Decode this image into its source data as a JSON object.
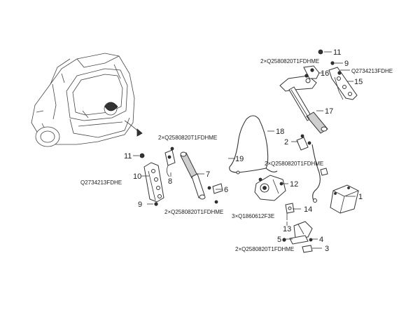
{
  "labels": {
    "p1": "1",
    "p2": "2",
    "p3": "3",
    "p4": "4",
    "p5": "5",
    "p6": "6",
    "p7": "7",
    "p8": "8",
    "p9_left": "9",
    "p9_right": "9",
    "p10": "10",
    "p11_left": "11",
    "p11_right": "11",
    "p12": "12",
    "p13": "13",
    "p14": "14",
    "p15": "15",
    "p16": "16",
    "p17": "17",
    "p18": "18",
    "p19": "19"
  },
  "codes": {
    "c_top_right": "2×Q2580820T1FDHME",
    "c_right_q2734": "Q2734213FDHE",
    "c_mid_right": "2×Q2580820T1FDHME",
    "c_left_top": "2×Q2580820T1FDHME",
    "c_left_q2734": "Q2734213FDHE",
    "c_left_bottom": "2×Q2580820T1FDHME",
    "c_3x": "3×Q1860612F3E",
    "c_bottom": "2×Q2580820T1FDHME"
  }
}
